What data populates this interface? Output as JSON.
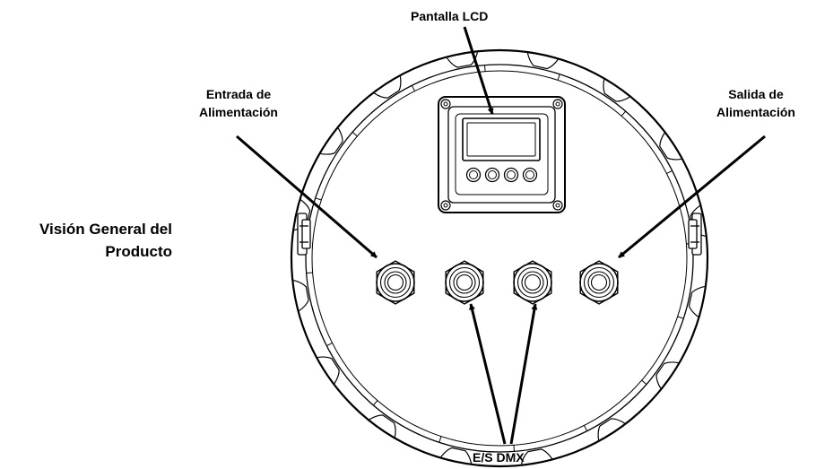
{
  "section_title": {
    "line1": "Visión General del",
    "line2": "Producto"
  },
  "labels": {
    "lcd": "Pantalla LCD",
    "power_in_line1": "Entrada de",
    "power_in_line2": "Alimentación",
    "power_out_line1": "Salida de",
    "power_out_line2": "Alimentación",
    "dmx_io": "E/S DMX"
  },
  "colors": {
    "line": "#000000",
    "background": "#ffffff"
  }
}
